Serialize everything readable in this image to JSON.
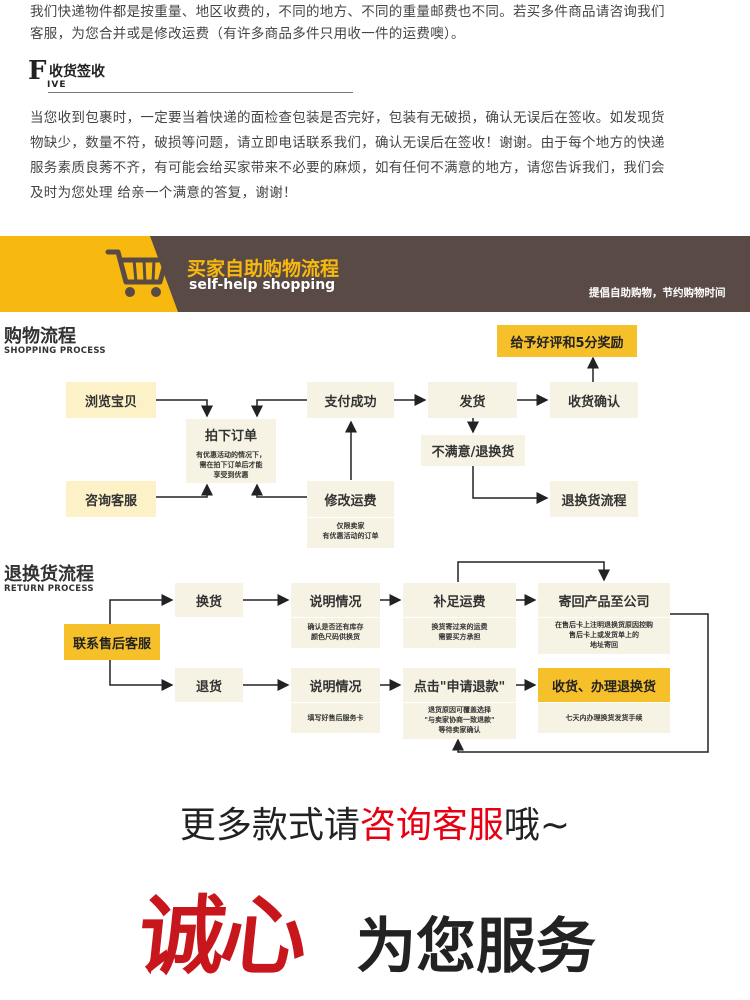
{
  "shipping": {
    "line1": "我们快递物件都是按重量、地区收费的，不同的地方、不同的重量邮费也不同。若买多件商品请咨询我们",
    "line2": "客服，为您合并或是修改运费（有许多商品多件只用收一件的运费噢）。"
  },
  "section5": {
    "letter": "F",
    "title": "收货签收",
    "sub": "IVE",
    "lines": [
      "当您收到包裹时，一定要当着快递的面检查包装是否完好，包装有无破损，确认无误后在签收。如发现货",
      "物缺少，数量不符，破损等问题，请立即电话联系我们，确认无误后在签收！谢谢。由于每个地方的快递",
      "服务素质良莠不齐，有可能会给买家带来不必要的麻烦，如有任何不满意的地方，请您告诉我们，我们会",
      "及时为您处理  给亲一个满意的答复，谢谢！"
    ]
  },
  "banner": {
    "title": "买家自助购物流程",
    "sub": "self-help shopping",
    "slogan": "提倡自助购物，节约购物时间"
  },
  "shopping": {
    "title": "购物流程",
    "sub": "SHOPPING PROCESS",
    "browse": "浏览宝贝",
    "order": "拍下订单",
    "order_note": "有优惠活动的情况下，\n需在拍下订单后才能\n享受到优惠",
    "consult": "咨询客服",
    "pay": "支付成功",
    "modify": "修改运费",
    "modify_note": "仅限卖家\n有优惠活动的订单",
    "ship": "发货",
    "confirm": "收货确认",
    "reward": "给予好评和5分奖励",
    "unsatisfied": "不满意/退换货",
    "return_flow": "退换货流程"
  },
  "returns": {
    "title": "退换货流程",
    "sub": "RETURN PROCESS",
    "contact": "联系售后客服",
    "exchange": "换货",
    "explain1": "说明情况",
    "explain1_note": "确认是否还有库存\n颜色尺码供换货",
    "pay_diff": "补足运费",
    "pay_diff_note": "换货寄过来的运费\n需要买方承担",
    "send_back": "寄回产品至公司",
    "send_back_note": "在售后卡上注明退换货原因控购\n售后卡上或发货单上的\n地址寄回",
    "refund": "退货",
    "explain2": "说明情况",
    "explain2_note": "填写好售后服务卡",
    "apply": "点击\"申请退款\"",
    "apply_note": "退货原因可覆盖选择\n\"与卖家协商一致退款\"\n等待卖家确认",
    "receive": "收货、办理退换货",
    "receive_note": "七天内办理换货发货手续"
  },
  "footer": {
    "more_prefix": "更多款式请",
    "more_highlight": "咨询客服",
    "more_suffix": "哦~",
    "sincere": "诚心",
    "serve": "为您服务"
  },
  "colors": {
    "banner_bg": "#5a4a45",
    "banner_yellow": "#f7b90f",
    "box_gold": "#f6c02a",
    "box_light": "#fdf1c8",
    "highlight_red": "#e60012",
    "sincere_red": "#c8161d"
  }
}
